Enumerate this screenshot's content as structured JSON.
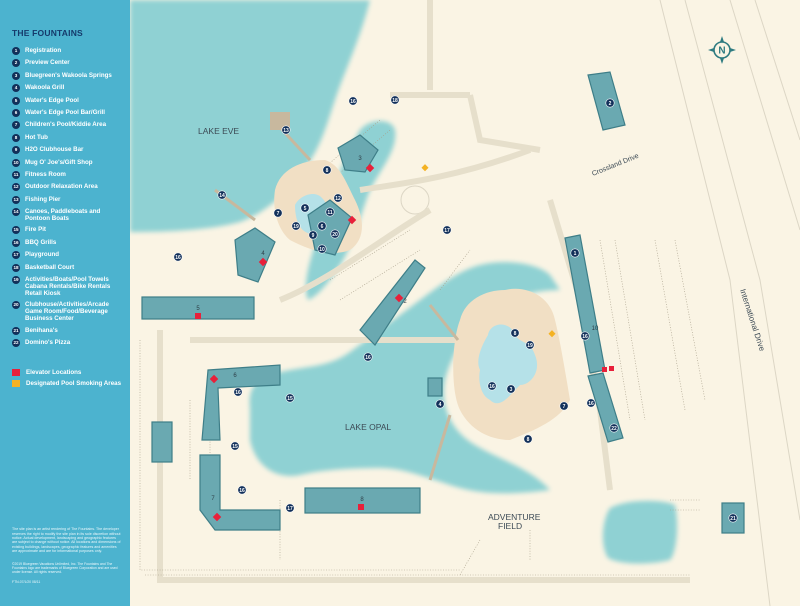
{
  "sidebar": {
    "title": "THE FOUNTAINS",
    "amenities": [
      {
        "num": "1",
        "label": "Registration"
      },
      {
        "num": "2",
        "label": "Preview Center"
      },
      {
        "num": "3",
        "label": "Bluegreen's Wakoola Springs"
      },
      {
        "num": "4",
        "label": "Wakoola Grill"
      },
      {
        "num": "5",
        "label": "Water's Edge Pool"
      },
      {
        "num": "6",
        "label": "Water's Edge Pool Bar/Grill"
      },
      {
        "num": "7",
        "label": "Children's Pool/Kiddie Area"
      },
      {
        "num": "8",
        "label": "Hot Tub"
      },
      {
        "num": "9",
        "label": "H2O Clubhouse Bar"
      },
      {
        "num": "10",
        "label": "Mug O' Joe's/Gift Shop"
      },
      {
        "num": "11",
        "label": "Fitness Room"
      },
      {
        "num": "12",
        "label": "Outdoor Relaxation Area"
      },
      {
        "num": "13",
        "label": "Fishing Pier"
      },
      {
        "num": "14",
        "label": "Canoes, Paddleboats and\nPontoon Boats"
      },
      {
        "num": "15",
        "label": "Fire Pit"
      },
      {
        "num": "16",
        "label": "BBQ Grills"
      },
      {
        "num": "17",
        "label": "Playground"
      },
      {
        "num": "18",
        "label": "Basketball Court"
      },
      {
        "num": "19",
        "label": "Activities/Boats/Pool Towels\nCabana Rentals/Bike Rentals\nRetail Kiosk"
      },
      {
        "num": "20",
        "label": "Clubhouse/Activities/Arcade\nGame Room/Food/Beverage\nBusiness Center"
      },
      {
        "num": "21",
        "label": "Benihana's"
      },
      {
        "num": "22",
        "label": "Domino's Pizza"
      }
    ],
    "keys": [
      {
        "label": "Elevator Locations",
        "color": "#e8203a"
      },
      {
        "label": "Designated Pool Smoking Areas",
        "color": "#f4b223"
      }
    ],
    "disclaimer": "The site plan is an artist rendering of The Fountains. The developer reserves the right to modify the site plan in its sole discretion without notice. Actual development, landscaping and geographic features are subject to change without notice. All locations and dimensions of existing buildings, landscapes, geographic features and amenities are approximate and are for informational purposes only.",
    "copyright": "©2019 Bluegreen Vacations Unlimited, Inc. The Fountains and The Fountains logo are trademarks of Bluegreen Corporation and are used under license. All rights reserved.",
    "code": "FTN-07/1/20 08/11"
  },
  "map": {
    "labels": {
      "lake_eve": "LAKE EVE",
      "lake_opal": "LAKE OPAL",
      "adventure_field_1": "ADVENTURE",
      "adventure_field_2": "FIELD",
      "crossland_drive": "Crossland Drive",
      "international_drive": "International Drive",
      "compass": "N"
    },
    "buildings": [
      "1",
      "2",
      "3",
      "4",
      "5",
      "6",
      "7",
      "8",
      "10",
      "21",
      "22"
    ],
    "pins": [
      "1",
      "2",
      "3",
      "4",
      "5",
      "6",
      "7",
      "8",
      "9",
      "10",
      "11",
      "12",
      "13",
      "14",
      "15",
      "16",
      "17",
      "18",
      "19",
      "20",
      "21",
      "22"
    ],
    "colors": {
      "sidebar": "#4cb3cf",
      "water": "#8fd1d3",
      "land": "#faf4e4",
      "building": "#6aa9b1",
      "pin": "#12305a",
      "elevator": "#e8203a",
      "smoking": "#f4b223"
    }
  }
}
